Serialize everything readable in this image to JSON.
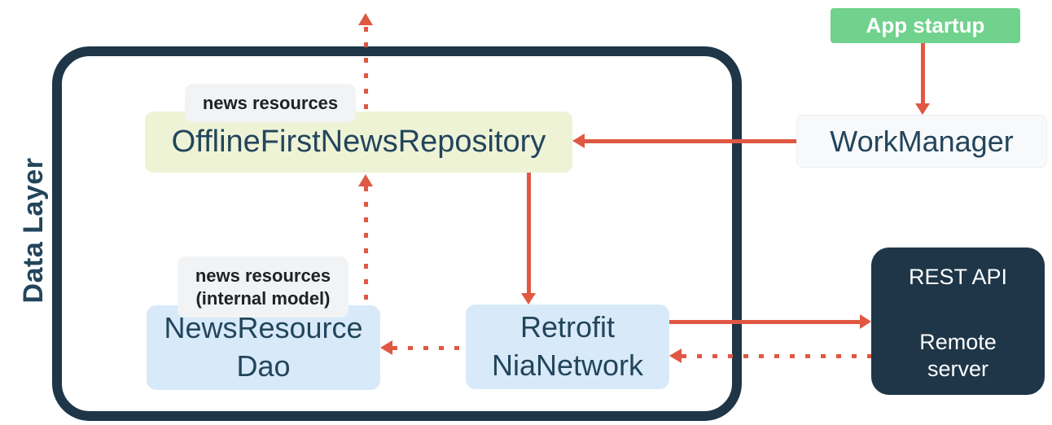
{
  "colors": {
    "bg": "#ffffff",
    "navy": "#1e3647",
    "navy-text": "#23455c",
    "red": "#e05843",
    "green": "#70d28d",
    "yellow": "#eef3d6",
    "blue": "#d8eaf9",
    "gray": "#f1f3f4",
    "whitebox": "#f8f9fa",
    "label-text": "#202124"
  },
  "container": {
    "label": "Data Layer"
  },
  "nodes": {
    "repository": {
      "label": "OfflineFirstNewsRepository",
      "tag": "news resources"
    },
    "dao": {
      "line1": "NewsResource",
      "line2": "Dao",
      "tag_line1": "news resources",
      "tag_line2": "(internal model)"
    },
    "retrofit": {
      "line1": "Retrofit",
      "line2": "NiaNetwork"
    },
    "workmanager": {
      "label": "WorkManager"
    },
    "app_startup": {
      "label": "App startup"
    },
    "rest_api": {
      "title": "REST API",
      "subtitle_line1": "Remote",
      "subtitle_line2": "server"
    }
  },
  "edges": [
    {
      "from": "App startup",
      "to": "WorkManager",
      "style": "solid"
    },
    {
      "from": "WorkManager",
      "to": "OfflineFirstNewsRepository",
      "style": "solid"
    },
    {
      "from": "OfflineFirstNewsRepository",
      "to": "Retrofit NiaNetwork",
      "style": "solid"
    },
    {
      "from": "Retrofit NiaNetwork",
      "to": "REST API Remote server",
      "style": "solid"
    },
    {
      "from": "REST API Remote server",
      "to": "Retrofit NiaNetwork",
      "style": "dotted"
    },
    {
      "from": "Retrofit NiaNetwork",
      "to": "NewsResource Dao",
      "style": "dotted"
    },
    {
      "from": "NewsResource Dao",
      "to": "OfflineFirstNewsRepository",
      "style": "dotted"
    },
    {
      "from": "OfflineFirstNewsRepository",
      "to": "exits diagram top",
      "style": "dotted"
    }
  ]
}
